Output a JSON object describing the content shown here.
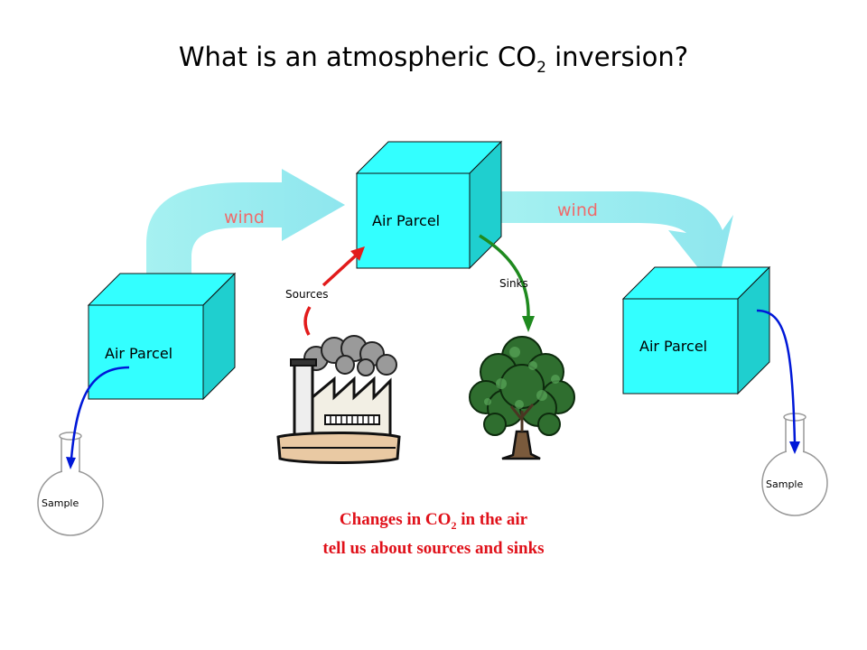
{
  "title": {
    "pre": "What is an atmospheric CO",
    "sub": "2",
    "post": " inversion?"
  },
  "parcels": {
    "left": "Air Parcel",
    "middle": "Air Parcel",
    "right": "Air Parcel"
  },
  "wind": {
    "left": "wind",
    "right": "wind"
  },
  "flows": {
    "sources": "Sources",
    "sinks": "Sinks"
  },
  "samples": {
    "left": "Sample",
    "right": "Sample"
  },
  "caption": {
    "line1_pre": "Changes in CO",
    "line1_sub": "2",
    "line1_post": " in the air",
    "line2": "tell us about sources and sinks"
  },
  "colors": {
    "cube_front": "#33ffff",
    "wind_arrow": "#99eef0",
    "wind_text": "#ef6b6b",
    "source_arrow": "#e21b1b",
    "sink_arrow": "#1f8a1f",
    "sample_line": "#0018d8",
    "caption": "#e0111a"
  }
}
